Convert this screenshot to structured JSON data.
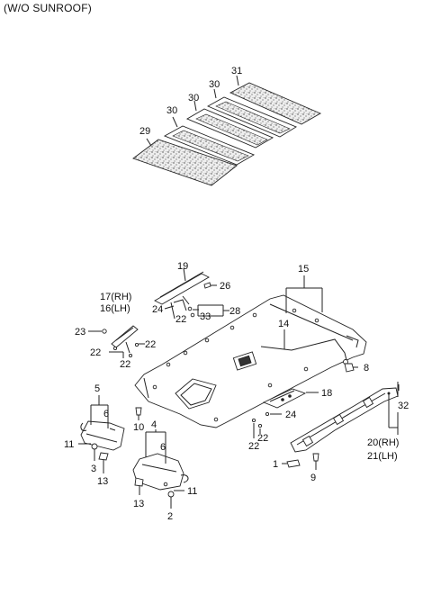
{
  "title": "(W/O SUNROOF)",
  "labels": {
    "l29": "29",
    "l30a": "30",
    "l30b": "30",
    "l30c": "30",
    "l31": "31",
    "l19": "19",
    "l26": "26",
    "l15": "15",
    "l17": "17(RH)",
    "l16": "16(LH)",
    "l24a": "24",
    "l28": "28",
    "l33": "33",
    "l22a": "22",
    "l14": "14",
    "l23": "23",
    "l22b": "22",
    "l22c": "22",
    "l22d": "22",
    "l8": "8",
    "l5": "5",
    "l6a": "6",
    "l10": "10",
    "l4": "4",
    "l6b": "6",
    "l11a": "11",
    "l3": "3",
    "l13a": "13",
    "l18": "18",
    "l24b": "24",
    "l32": "32",
    "l22e": "22",
    "l22f": "22",
    "l20": "20(RH)",
    "l21": "21(LH)",
    "l1": "1",
    "l9": "9",
    "l13b": "13",
    "l11b": "11",
    "l2": "2"
  }
}
